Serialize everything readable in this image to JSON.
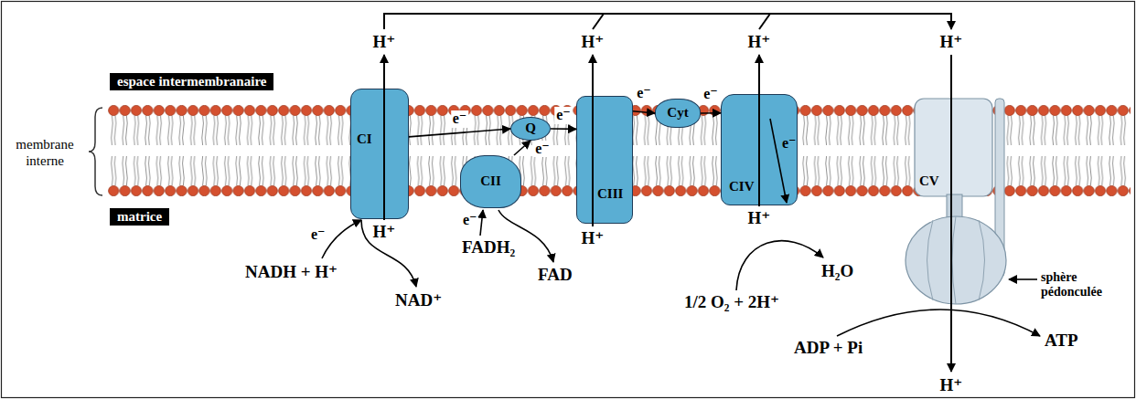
{
  "diagram": {
    "nodes": [
      {
        "text": [
          "CI"
        ]
      },
      {
        "text": [
          "CII"
        ]
      },
      {
        "text": [
          "Q"
        ]
      },
      {
        "text": [
          "CIII"
        ]
      },
      {
        "text": [
          "Cyt"
        ]
      },
      {
        "text": [
          "CIV"
        ]
      },
      {
        "text": [
          "CV"
        ]
      }
    ],
    "edges": [
      {
        "from": 0,
        "to": 2,
        "arrow": "to",
        "label": "e⁻"
      },
      {
        "from": 1,
        "to": 2,
        "arrow": "to",
        "label": "e⁻"
      },
      {
        "from": 2,
        "to": 3,
        "arrow": "to",
        "label": "e⁻"
      },
      {
        "from": 3,
        "to": 4,
        "arrow": "to",
        "label": "e⁻"
      },
      {
        "from": 4,
        "to": 5,
        "arrow": "to",
        "label": "e⁻"
      }
    ],
    "labels": [
      "H⁺",
      "H⁺",
      "H⁺",
      "H⁺",
      "espace intermembranaire",
      "membrane interne",
      "matrice",
      "e⁻",
      "H⁺",
      "NADH + H⁺",
      "NAD⁺",
      "e⁻",
      "FADH₂",
      "FAD",
      "H⁺",
      "H⁺",
      "e⁻",
      "1/2 O₂ + 2H⁺",
      "H₂O",
      "sphère pédonculée",
      "ADP + Pi",
      "ATP",
      "H⁺"
    ]
  }
}
